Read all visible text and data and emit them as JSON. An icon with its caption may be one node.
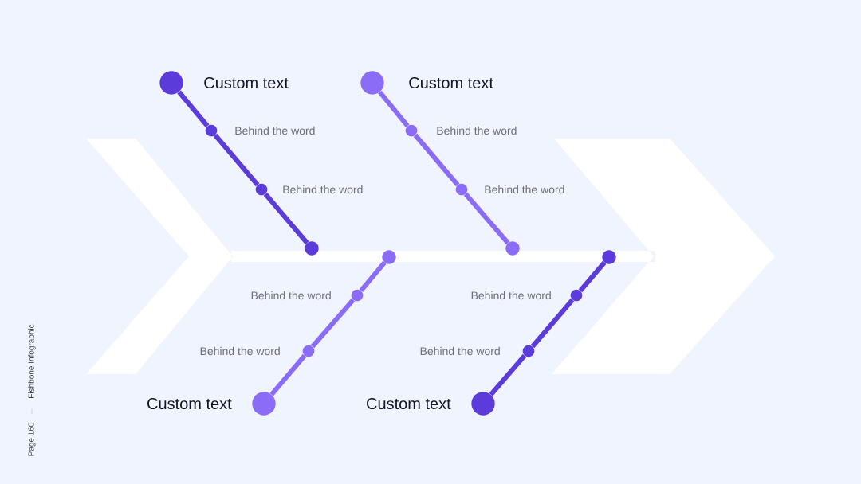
{
  "diagram": {
    "nodes": [
      {
        "text": [],
        "shape": "circle",
        "beside": [
          "Custom text"
        ]
      },
      {
        "text": [],
        "shape": "circle",
        "beside": [
          "Behind the word"
        ]
      },
      {
        "text": [],
        "shape": "circle",
        "beside": [
          "Behind the word"
        ]
      },
      {
        "text": [],
        "shape": "circle"
      },
      {
        "text": [],
        "shape": "circle",
        "beside": [
          "Custom text"
        ]
      },
      {
        "text": [],
        "shape": "circle",
        "beside": [
          "Behind the word"
        ]
      },
      {
        "text": [],
        "shape": "circle",
        "beside": [
          "Behind the word"
        ]
      },
      {
        "text": [],
        "shape": "circle"
      },
      {
        "text": [],
        "shape": "circle"
      },
      {
        "text": [],
        "shape": "circle",
        "beside": [
          "Behind the word"
        ]
      },
      {
        "text": [],
        "shape": "circle",
        "beside": [
          "Behind the word"
        ]
      },
      {
        "text": [],
        "shape": "circle",
        "beside": [
          "Custom text"
        ]
      },
      {
        "text": [],
        "shape": "circle"
      },
      {
        "text": [],
        "shape": "circle",
        "beside": [
          "Behind the word"
        ]
      },
      {
        "text": [],
        "shape": "circle",
        "beside": [
          "Behind the word"
        ]
      },
      {
        "text": [],
        "shape": "circle",
        "beside": [
          "Custom text"
        ]
      }
    ],
    "edges": [
      {
        "from": 0,
        "to": 1,
        "arrow": "none",
        "color": "#5b3bd9"
      },
      {
        "from": 1,
        "to": 2,
        "arrow": "none",
        "color": "#5b3bd9"
      },
      {
        "from": 2,
        "to": 3,
        "arrow": "none",
        "color": "#5b3bd9"
      },
      {
        "from": 4,
        "to": 5,
        "arrow": "none",
        "color": "#8b6cf6"
      },
      {
        "from": 5,
        "to": 6,
        "arrow": "none",
        "color": "#8b6cf6"
      },
      {
        "from": 6,
        "to": 7,
        "arrow": "none",
        "color": "#8b6cf6"
      },
      {
        "from": 8,
        "to": 9,
        "arrow": "none",
        "color": "#8b6cf6"
      },
      {
        "from": 9,
        "to": 10,
        "arrow": "none",
        "color": "#8b6cf6"
      },
      {
        "from": 10,
        "to": 11,
        "arrow": "none",
        "color": "#8b6cf6"
      },
      {
        "from": 12,
        "to": 13,
        "arrow": "none",
        "color": "#5b3bd9"
      },
      {
        "from": 13,
        "to": 14,
        "arrow": "none",
        "color": "#5b3bd9"
      },
      {
        "from": 14,
        "to": 15,
        "arrow": "none",
        "color": "#5b3bd9"
      }
    ],
    "labels": [
      "Fishbone Infographic",
      "Page 160"
    ]
  }
}
